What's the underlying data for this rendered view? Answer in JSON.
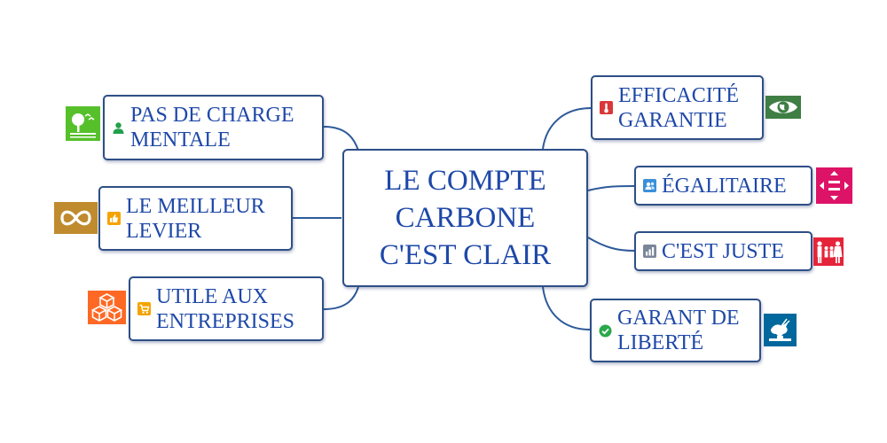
{
  "central": {
    "lines": [
      "LE COMPTE",
      "CARBONE",
      "C'EST CLAIR"
    ]
  },
  "left_branches": [
    {
      "lines": [
        "PAS DE CHARGE",
        "MENTALE"
      ],
      "marker_icon": "person-icon",
      "marker_color": "#22a04b",
      "sdg_icon": "sdg-life-on-land-icon",
      "sdg_color": "#56c02b"
    },
    {
      "lines": [
        "LE MEILLEUR",
        "LEVIER"
      ],
      "marker_icon": "thumbs-up-icon",
      "marker_color": "#f5a300",
      "sdg_icon": "sdg-responsible-consumption-icon",
      "sdg_color": "#bf8b2e"
    },
    {
      "lines": [
        "UTILE AUX",
        "ENTREPRISES"
      ],
      "marker_icon": "cart-icon",
      "marker_color": "#f5a300",
      "sdg_icon": "sdg-industry-innovation-icon",
      "sdg_color": "#fd6925"
    }
  ],
  "right_branches": [
    {
      "lines": [
        "EFFICACITÉ",
        "GARANTIE"
      ],
      "marker_icon": "thermometer-icon",
      "marker_color": "#d9383a",
      "sdg_icon": "sdg-climate-action-icon",
      "sdg_color": "#3f7e44"
    },
    {
      "lines": [
        "ÉGALITAIRE"
      ],
      "marker_icon": "contacts-icon",
      "marker_color": "#3a8fd9",
      "sdg_icon": "sdg-reduced-inequalities-icon",
      "sdg_color": "#dd1367"
    },
    {
      "lines": [
        "C'EST JUSTE"
      ],
      "marker_icon": "bar-chart-icon",
      "marker_color": "#7a8799",
      "sdg_icon": "sdg-no-poverty-icon",
      "sdg_color": "#e5243b"
    },
    {
      "lines": [
        "GARANT DE",
        "LIBERTÉ"
      ],
      "marker_icon": "check-circle-icon",
      "marker_color": "#2aa84a",
      "sdg_icon": "sdg-peace-justice-icon",
      "sdg_color": "#00689d"
    }
  ],
  "colors": {
    "text": "#1e48a8",
    "border": "#2e4f86",
    "connector": "#2e5a9a"
  }
}
